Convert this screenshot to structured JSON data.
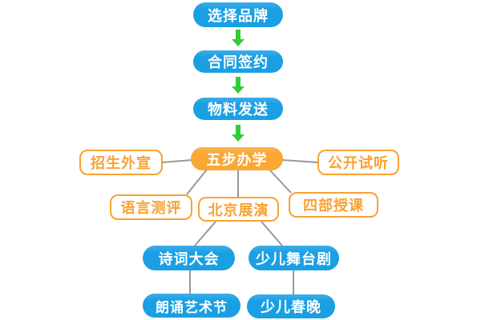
{
  "diagram": {
    "type": "flowchart",
    "colors": {
      "node_blue": "#1B9FE3",
      "node_orange": "#F9A834",
      "outline_orange": "#F9A232",
      "arrow_green": "#33CC33",
      "connector_gray": "#999999",
      "background": "#FFFFFF",
      "text_on_fill": "#FFFFFF"
    },
    "nodes": {
      "choose_brand": {
        "label": "选择品牌",
        "style": "pill-blue"
      },
      "contract_sign": {
        "label": "合同签约",
        "style": "pill-blue"
      },
      "material_send": {
        "label": "物料发送",
        "style": "pill-blue"
      },
      "five_step": {
        "label": "五步办学",
        "style": "pill-orange"
      },
      "enroll_publicity": {
        "label": "招生外宣",
        "style": "outlined-box"
      },
      "public_audition": {
        "label": "公开试听",
        "style": "outlined-box"
      },
      "language_test": {
        "label": "语言测评",
        "style": "outlined-box"
      },
      "beijing_show": {
        "label": "北京展演",
        "style": "outlined-box"
      },
      "four_part": {
        "label": "四部授课",
        "style": "outlined-box"
      },
      "poetry_conf": {
        "label": "诗词大会",
        "style": "pill-blue"
      },
      "kids_stage_play": {
        "label": "少儿舞台剧",
        "style": "pill-blue"
      },
      "recital_festival": {
        "label": "朗诵艺术节",
        "style": "pill-blue"
      },
      "kids_gala": {
        "label": "少儿春晚",
        "style": "pill-blue"
      }
    },
    "edges": [
      {
        "from": "选择品牌",
        "to": "合同签约",
        "kind": "green-arrow-down"
      },
      {
        "from": "合同签约",
        "to": "物料发送",
        "kind": "green-arrow-down"
      },
      {
        "from": "物料发送",
        "to": "五步办学",
        "kind": "green-arrow-down"
      },
      {
        "from": "五步办学",
        "to": "招生外宣",
        "kind": "gray-line"
      },
      {
        "from": "五步办学",
        "to": "公开试听",
        "kind": "gray-line"
      },
      {
        "from": "五步办学",
        "to": "语言测评",
        "kind": "gray-line"
      },
      {
        "from": "五步办学",
        "to": "北京展演",
        "kind": "gray-line"
      },
      {
        "from": "五步办学",
        "to": "四部授课",
        "kind": "gray-line"
      },
      {
        "from": "北京展演",
        "to": "诗词大会",
        "kind": "gray-line"
      },
      {
        "from": "北京展演",
        "to": "少儿舞台剧",
        "kind": "gray-line"
      },
      {
        "from": "诗词大会",
        "to": "朗诵艺术节",
        "kind": "gray-line"
      },
      {
        "from": "少儿舞台剧",
        "to": "少儿春晚",
        "kind": "gray-line"
      }
    ]
  }
}
